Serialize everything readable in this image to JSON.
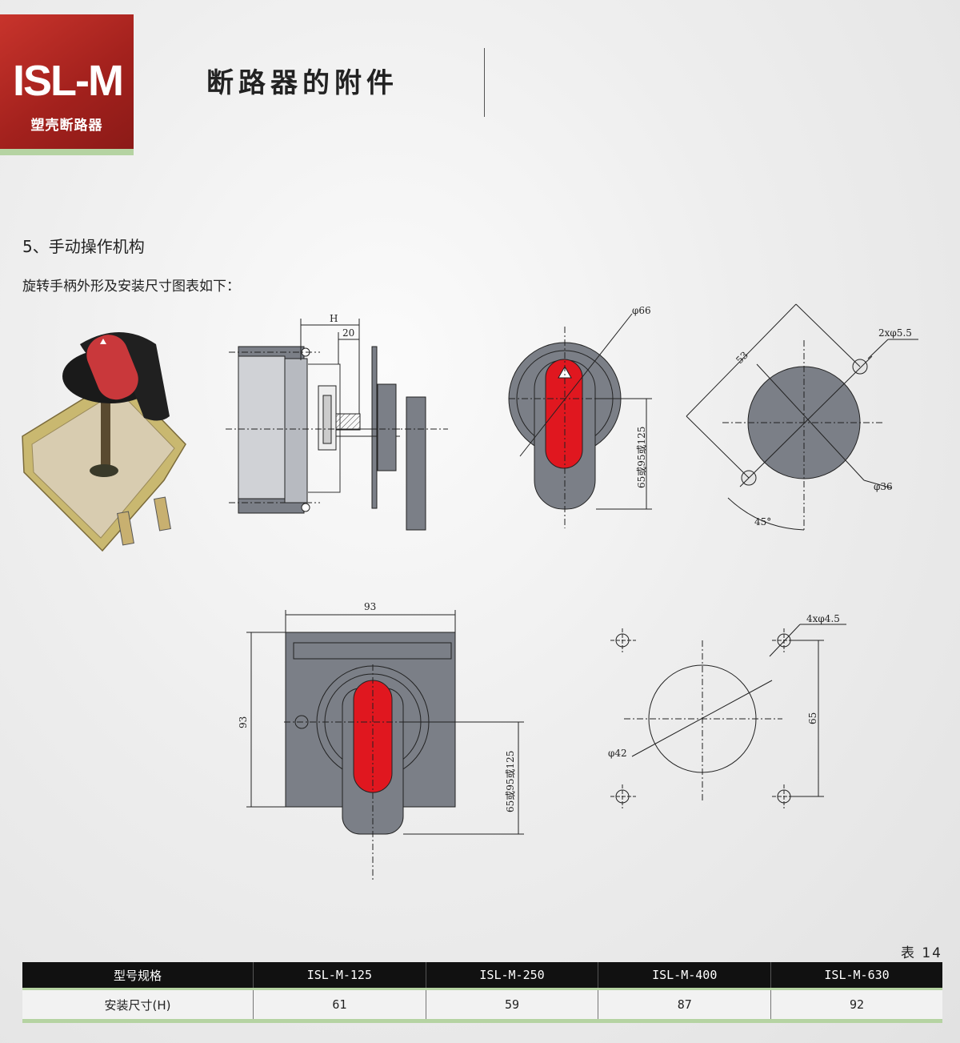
{
  "header": {
    "logo_text": "ISL-M",
    "logo_subtitle": "塑壳断路器",
    "page_title": "断路器的附件",
    "accent_red": "#b22a24",
    "accent_green": "#b5d3a2"
  },
  "section": {
    "title": "5、手动操作机构",
    "description": "旋转手柄外形及安装尺寸图表如下："
  },
  "drawing_labels": {
    "side_h": "H",
    "side_20": "20",
    "dia_66": "φ66",
    "height_65_95_125": "65或95或125",
    "hole_2x55": "2xφ5.5",
    "diag_53": "53",
    "dia_36": "φ36",
    "angle_45": "45°",
    "width_93": "93",
    "height_93": "93",
    "hole_4x45": "4xφ4.5",
    "dim_65": "65",
    "dia_42": "φ42"
  },
  "table": {
    "number": "表 14",
    "headers": [
      "型号规格",
      "ISL-M-125",
      "ISL-M-250",
      "ISL-M-400",
      "ISL-M-630"
    ],
    "row_label": "安装尺寸(H)",
    "values": [
      "61",
      "59",
      "87",
      "92"
    ]
  }
}
